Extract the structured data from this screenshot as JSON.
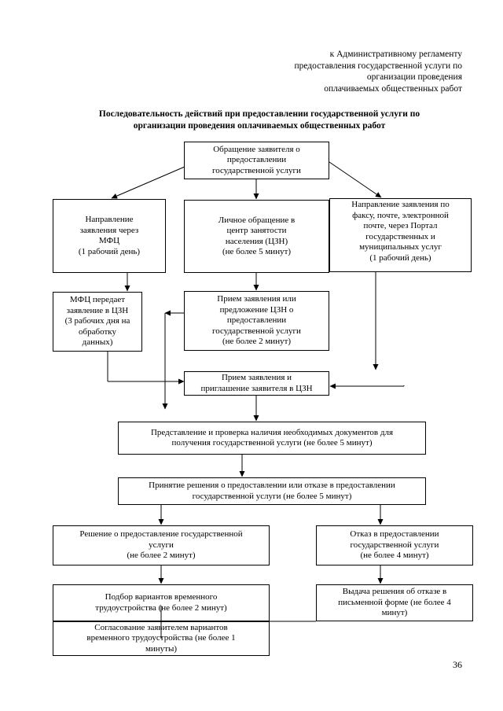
{
  "header": {
    "lines": [
      "к Административному регламенту",
      "предоставления государственной услуги по",
      "организации проведения",
      "оплачиваемых общественных работ"
    ]
  },
  "title": {
    "line1": "Последовательность действий  при предоставлении государственной услуги по",
    "line2": "организации проведения оплачиваемых общественных работ"
  },
  "boxes": {
    "appeal": [
      "Обращение заявителя о",
      "предоставлении",
      "государственной услуги"
    ],
    "mfc_direction": [
      "Направление",
      "заявления через",
      "МФЦ",
      "(1 рабочий день)"
    ],
    "personal": [
      "Личное обращение в",
      "центр занятости",
      "населения (ЦЗН)",
      "(не более 5 минут)"
    ],
    "fax_direction": [
      "Направление заявления по",
      "факсу, почте, электронной",
      "почте, через Портал",
      "государственных и",
      "муниципальных услуг",
      "(1 рабочий день)"
    ],
    "mfc_transfer": [
      "МФЦ передает",
      "заявление в ЦЗН",
      "(3 рабочих дня на",
      "обработку",
      "данных)"
    ],
    "reception_or_offer": [
      "Прием заявления или",
      "предложение ЦЗН о",
      "предоставлении",
      "государственной услуги",
      "(не более 2 минут)"
    ],
    "reception_invite": [
      "Прием заявления и",
      "приглашение заявителя в ЦЗН"
    ],
    "docs_check": [
      "Представление и проверка наличия необходимых документов для",
      "получения государственной услуги (не более 5 минут)"
    ],
    "decision": [
      "Принятие решения о предоставлении или отказе в предоставлении",
      "государственной услуги (не более 5 минут)"
    ],
    "grant": [
      "Решение о предоставление государственной",
      "услуги",
      "(не более 2 минут)"
    ],
    "refuse": [
      "Отказ в предоставлении",
      "государственной услуги",
      "(не более 4 минут)"
    ],
    "selection": [
      "Подбор вариантов временного",
      "трудоустройства (не более 2 минут)"
    ],
    "refuse_issue": [
      "Выдача решения об отказе в",
      "письменной форме (не более 4",
      "минут)"
    ],
    "agreement": [
      "Согласование заявителем вариантов",
      "временного трудоустройства (не более 1",
      "минуты)"
    ]
  },
  "page_number": "36"
}
